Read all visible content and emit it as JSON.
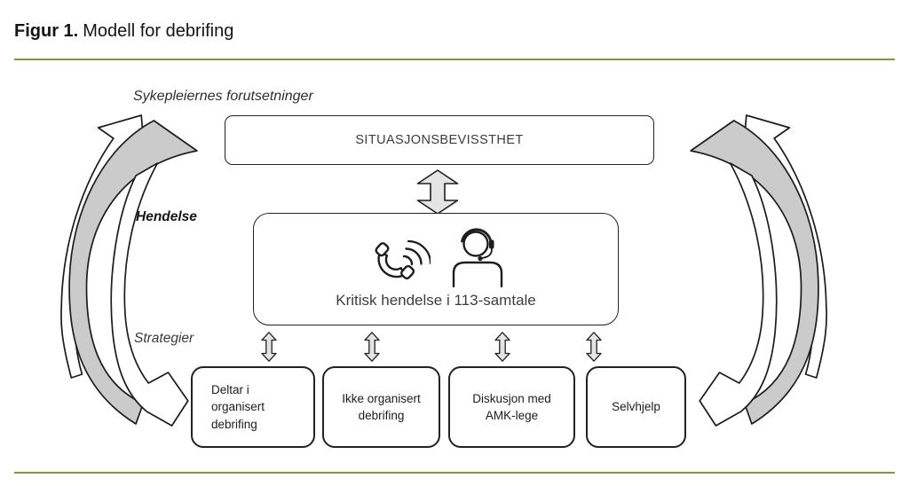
{
  "figure": {
    "label": "Figur 1.",
    "caption": "Modell for debrifing"
  },
  "diagram": {
    "preconditions_label": "Sykepleiernes forutsetninger",
    "event_label": "Hendelse",
    "strategies_label": "Strategier",
    "situational_awareness_box": "SITUASJONSBEVISSTHET",
    "critical_event_box": "Kritisk hendelse i 113-samtale",
    "strategy_boxes": [
      {
        "lines": [
          "Deltar i",
          "organisert",
          "debrifing"
        ]
      },
      {
        "lines": [
          "Ikke organisert",
          "debrifing"
        ]
      },
      {
        "lines": [
          "Diskusjon med",
          "AMK-lege"
        ]
      },
      {
        "lines": [
          "Selvhjelp"
        ]
      }
    ],
    "icons": {
      "phone": "phone-call-waves-icon",
      "operator": "operator-headset-icon",
      "vertical_links": "double-headed-arrow-icon",
      "side_cycles": "curved-cycle-arrows-icon"
    }
  },
  "colors": {
    "accent_line": "#7d9b3c",
    "curved_arrow_gray": "#cbcbcb",
    "link_arrow_fill": "#e4e4e4",
    "outline": "#1f1f1f",
    "background": "#ffffff"
  }
}
